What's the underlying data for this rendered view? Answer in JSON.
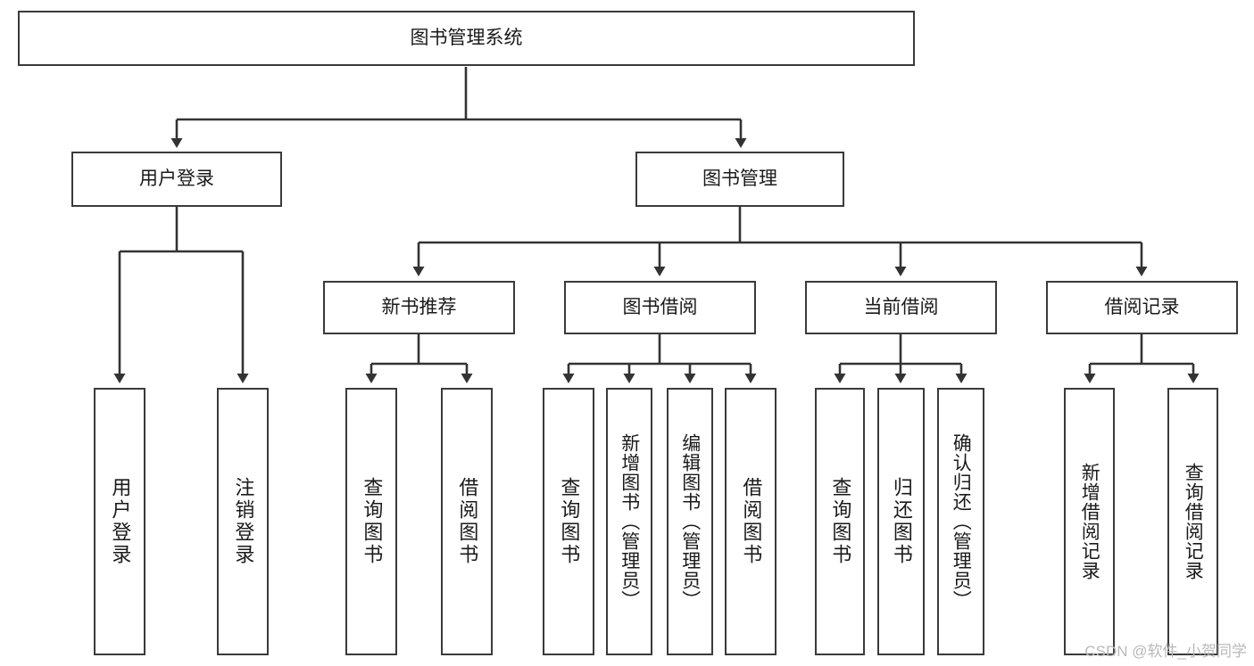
{
  "diagram": {
    "type": "tree-hierarchy-chart",
    "title": "图书管理系统",
    "watermark": "CSDN @软件_小贺同学",
    "colors": {
      "box_border": "#3a3a3a",
      "box_fill": "#ffffff",
      "edge": "#333333",
      "text": "#1a1a1a",
      "watermark": "#b9b9b9"
    },
    "nodes": {
      "root": {
        "label": "图书管理系统",
        "level": 1
      },
      "l2": [
        {
          "id": "user-login",
          "label": "用户登录",
          "level": 2
        },
        {
          "id": "book-manage",
          "label": "图书管理",
          "level": 2
        }
      ],
      "l3": [
        {
          "id": "new-book-rec",
          "label": "新书推荐",
          "level": 3,
          "parent": "book-manage"
        },
        {
          "id": "book-borrow",
          "label": "图书借阅",
          "level": 3,
          "parent": "book-manage"
        },
        {
          "id": "current-borrow",
          "label": "当前借阅",
          "level": 3,
          "parent": "book-manage"
        },
        {
          "id": "borrow-record",
          "label": "借阅记录",
          "level": 3,
          "parent": "book-manage"
        }
      ],
      "leaves": [
        {
          "id": "leaf-user-login",
          "label": "用户登录",
          "parent": "user-login"
        },
        {
          "id": "leaf-logout",
          "label": "注销登录",
          "parent": "user-login"
        },
        {
          "id": "leaf-query-book-1",
          "label": "查询图书",
          "parent": "new-book-rec"
        },
        {
          "id": "leaf-borrow-book-1",
          "label": "借阅图书",
          "parent": "new-book-rec"
        },
        {
          "id": "leaf-query-book-2",
          "label": "查询图书",
          "parent": "book-borrow"
        },
        {
          "id": "leaf-add-book",
          "label": "新增图书（管理员）",
          "parent": "book-borrow"
        },
        {
          "id": "leaf-edit-book",
          "label": "编辑图书（管理员）",
          "parent": "book-borrow"
        },
        {
          "id": "leaf-borrow-book-2",
          "label": "借阅图书",
          "parent": "book-borrow"
        },
        {
          "id": "leaf-query-book-3",
          "label": "查询图书",
          "parent": "current-borrow"
        },
        {
          "id": "leaf-return-book",
          "label": "归还图书",
          "parent": "current-borrow"
        },
        {
          "id": "leaf-confirm-return",
          "label": "确认归还（管理员）",
          "parent": "current-borrow"
        },
        {
          "id": "leaf-add-record",
          "label": "新增借阅记录",
          "parent": "borrow-record"
        },
        {
          "id": "leaf-query-record",
          "label": "查询借阅记录",
          "parent": "borrow-record"
        }
      ]
    }
  }
}
